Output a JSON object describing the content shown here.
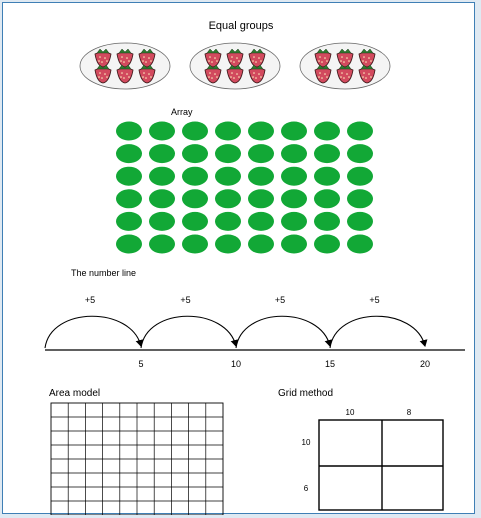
{
  "equal_groups": {
    "title": "Equal groups",
    "group_count": 3,
    "items_per_group": 6,
    "item_icon": "strawberry-icon"
  },
  "array": {
    "title": "Array",
    "rows": 6,
    "columns": 8,
    "dot_color": "#12a836"
  },
  "number_line": {
    "title": "The number line",
    "jumps": [
      {
        "label": "+5"
      },
      {
        "label": "+5"
      },
      {
        "label": "+5"
      },
      {
        "label": "+5"
      }
    ],
    "ticks": [
      "5",
      "10",
      "15",
      "20"
    ]
  },
  "area_model": {
    "title": "Area model",
    "columns": 10,
    "rows": 8
  },
  "grid_method": {
    "title": "Grid method",
    "column_headers": [
      "10",
      "8"
    ],
    "row_headers": [
      "10",
      "6"
    ]
  },
  "colors": {
    "frame_border": "#3f7fb5",
    "page_bg": "#dfe9f2",
    "strawberry": "#d24a5e",
    "strawberry_leaf": "#2f7a2f"
  }
}
